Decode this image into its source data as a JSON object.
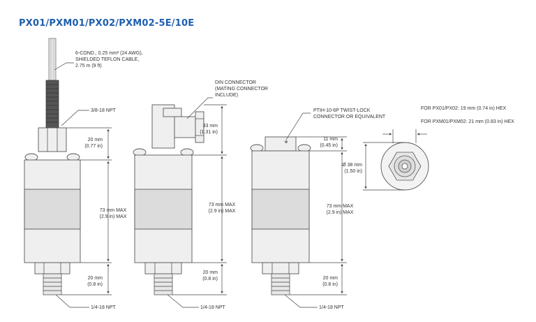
{
  "title": "PX01/PXM01/PX02/PXM02-5E/10E",
  "views": {
    "cable": {
      "cable_note": [
        "6-COND., 0.25 mm² (24 AWG),",
        "SHIELDED TEFLON CABLE,",
        "2.75 m (9 ft)"
      ],
      "thread_top": "3/8-18 NPT",
      "dim_top": [
        "20 mm",
        "(0.77 in)"
      ],
      "dim_body": [
        "73 mm MAX",
        "(2.9 in) MAX"
      ],
      "dim_bottom": [
        "20 mm",
        "(0.8 in)"
      ],
      "thread_bottom": "1/4-18 NPT"
    },
    "din": {
      "connector_note": [
        "DIN CONNECTOR",
        "(MATING CONNECTOR",
        "INCLUDE)"
      ],
      "dim_top": [
        "33 mm",
        "(1.31 in)"
      ],
      "dim_body": [
        "73 mm MAX",
        "(2.9 in) MAX"
      ],
      "dim_bottom": [
        "20 mm",
        "(0.8 in)"
      ],
      "thread_bottom": "1/4-18 NPT"
    },
    "twistlock": {
      "connector_note": [
        "PTIH-10-6P TWIST-LOCK",
        "CONNECTOR OR EQUIVALENT"
      ],
      "dim_top": [
        "11 mm",
        "(0.45 in)"
      ],
      "dim_body": [
        "73 mm MAX",
        "(2.9 in) MAX"
      ],
      "dim_bottom": [
        "20 mm",
        "(0.8 in)"
      ],
      "thread_bottom": "1/4-18 NPT"
    },
    "top": {
      "hex_note_1": "FOR PX01/PX02:  19 mm (0.74 in) HEX",
      "hex_note_2": "FOR PXM01/PXM02:  21 mm (0.83 in) HEX",
      "diameter": [
        "Ø 38 mm",
        "(1.50 in)"
      ]
    }
  },
  "colors": {
    "title": "#1f5fae",
    "line": "#444444"
  }
}
